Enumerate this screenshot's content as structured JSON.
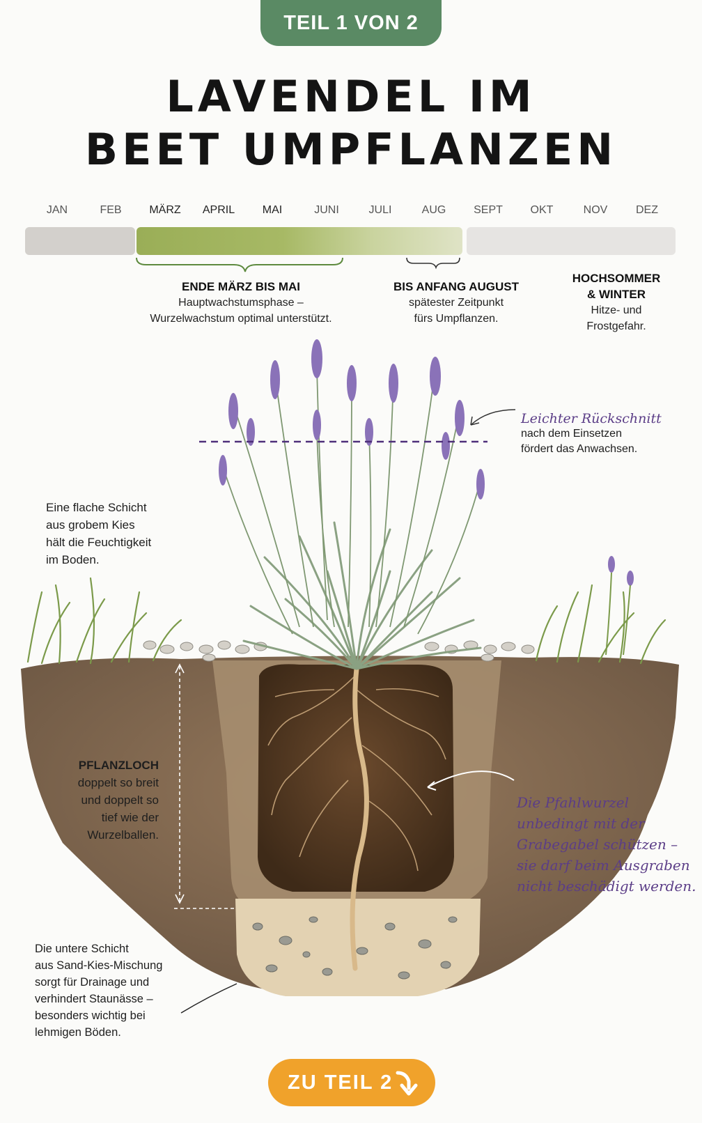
{
  "badge": "TEIL 1 VON 2",
  "title": {
    "line1": "LAVENDEL IM",
    "line2": "BEET UMPFLANZEN"
  },
  "timeline": {
    "months": [
      "JAN",
      "FEB",
      "MÄRZ",
      "APRIL",
      "MAI",
      "JUNI",
      "JULI",
      "AUG",
      "SEPT",
      "OKT",
      "NOV",
      "DEZ"
    ],
    "windows": [
      {
        "heading": "ENDE MÄRZ BIS MAI",
        "text1": "Hauptwachstumsphase –",
        "text2": "Wurzelwachstum optimal unterstützt."
      },
      {
        "heading": "BIS ANFANG AUGUST",
        "text1": "spätester Zeitpunkt",
        "text2": "fürs Umpflanzen."
      },
      {
        "heading1": "HOCHSOMMER",
        "heading2": "& WINTER",
        "text1": "Hitze- und",
        "text2": "Frostgefahr."
      }
    ],
    "colors": {
      "optimal": "#9aae57",
      "late": "#dfe3c6",
      "avoid": "#d3d0cc"
    }
  },
  "annotations": {
    "pruning": {
      "heading": "Leichter Rückschnitt",
      "line1": "nach dem Einsetzen",
      "line2": "fördert das Anwachsen."
    },
    "gravel": {
      "line1": "Eine flache Schicht",
      "line2": "aus grobem Kies",
      "line3": "hält die Feuchtigkeit",
      "line4": "im Boden."
    },
    "hole": {
      "heading": "PFLANZLOCH",
      "line1": "doppelt so breit",
      "line2": "und doppelt so",
      "line3": "tief wie der",
      "line4": "Wurzelballen."
    },
    "taproot": {
      "line1": "Die Pfahlwurzel",
      "line2": "unbedingt mit der",
      "line3": "Grabegabel schützen –",
      "line4": "sie darf beim Ausgraben",
      "line5": "nicht beschädigt werden."
    },
    "drainage": {
      "line1": "Die untere Schicht",
      "line2": "aus Sand-Kies-Mischung",
      "line3": "sorgt für Drainage und",
      "line4": "verhindert Staunässe –",
      "line5": "besonders wichtig bei",
      "line6": "lehmigen Böden."
    }
  },
  "cta": {
    "label": "ZU TEIL 2",
    "icon": "arrow-down-right-icon"
  },
  "colors": {
    "badge": "#5a8a64",
    "cta": "#f0a22b",
    "script": "#5b3d87"
  }
}
